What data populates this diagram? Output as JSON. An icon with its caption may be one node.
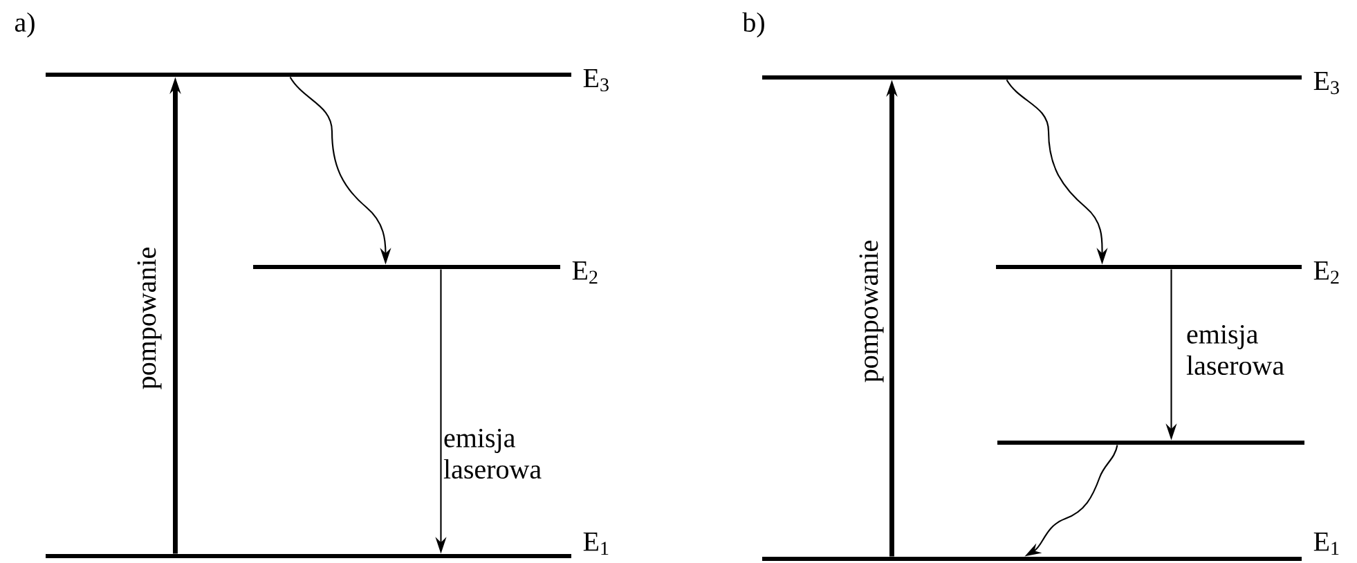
{
  "diagram": {
    "nodes": [
      {
        "text": [
          "E$_{3}$"
        ]
      },
      {
        "text": [
          "E$_{2}$"
        ]
      },
      {
        "text": [
          "E$_{1}$"
        ]
      },
      {
        "text": [
          "E$_{3}$"
        ]
      },
      {
        "text": [
          "E$_{2}$"
        ]
      },
      {
        "text": [],
        "shape": "bar"
      },
      {
        "text": [
          "E$_{1}$"
        ]
      }
    ],
    "edges": [
      {
        "from": 2,
        "to": 0,
        "arrow": "to",
        "label": "pompowanie",
        "style": "thick"
      },
      {
        "from": 0,
        "to": 1,
        "arrow": "to"
      },
      {
        "from": 1,
        "to": 2,
        "arrow": "to",
        "label": "emisja laserowa"
      },
      {
        "from": 6,
        "to": 3,
        "arrow": "to",
        "label": "pompowanie",
        "style": "thick"
      },
      {
        "from": 3,
        "to": 4,
        "arrow": "to"
      },
      {
        "from": 4,
        "to": 5,
        "arrow": "to",
        "label": "emisja laserowa"
      },
      {
        "from": 5,
        "to": 6,
        "arrow": "to"
      }
    ],
    "labels": [
      "a)",
      "b)"
    ]
  }
}
